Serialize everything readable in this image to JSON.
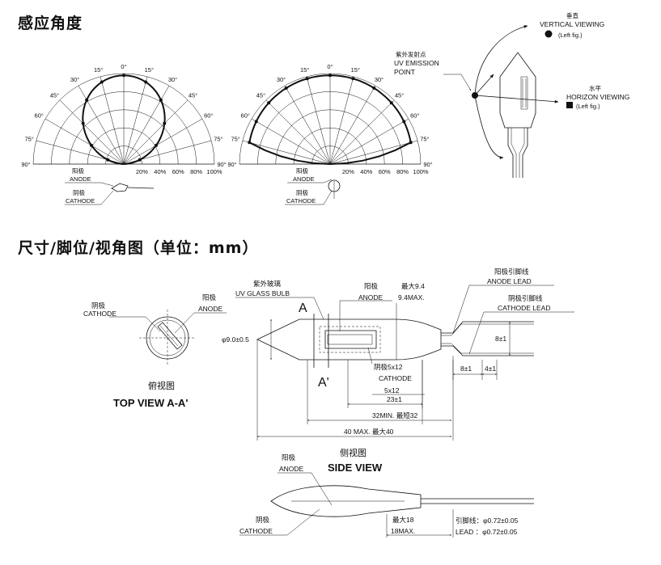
{
  "headings": {
    "angle_title": "感应角度",
    "dimension_title": "尺寸/脚位/视角图（单位：mm）"
  },
  "polar_charts": [
    {
      "angle_labels": [
        "0°",
        "15°",
        "15°",
        "30°",
        "30°",
        "45°",
        "45°",
        "60°",
        "60°",
        "75°",
        "75°",
        "90°",
        "90°"
      ],
      "radial_ticks": [
        "20%",
        "40%",
        "60%",
        "80%",
        "100%"
      ],
      "legend": {
        "anode": "阳极\nANODE",
        "cathode": "阴极\nCATHODE"
      },
      "orientation": "horizontal"
    },
    {
      "angle_labels": [
        "0°",
        "15°",
        "15°",
        "30°",
        "30°",
        "45°",
        "45°",
        "60°",
        "60°",
        "75°",
        "75°",
        "90°",
        "90°"
      ],
      "radial_ticks": [
        "20%",
        "40%",
        "60%",
        "80%",
        "100%"
      ],
      "legend": {
        "anode": "阳极\nANODE",
        "cathode": "阴极\nCATHODE"
      },
      "orientation": "vertical"
    }
  ],
  "viewing_diagram": {
    "vertical_cn": "垂直",
    "vertical_en": "VERTICAL VIEWING",
    "vertical_fig": "(Left fig.)",
    "uv_cn": "紫外发射点",
    "uv_en1": "UV EMISSION",
    "uv_en2": "POINT",
    "horizon_cn": "水平",
    "horizon_en": "HORIZON VIEWING",
    "horizon_fig": "(Left fig.)"
  },
  "dimension_diagram": {
    "cathode_label": "阴极\nCATHODE",
    "anode_label": "阳极\nANODE",
    "phi_diameter": "φ9.0±0.5",
    "top_view_cn": "俯视图",
    "top_view_en": "TOP VIEW  A-A'",
    "glass_cn": "紫外玻璃",
    "glass_en": "UV GLASS BULB",
    "section_a": "A",
    "section_a2": "A'",
    "anode_mid": "阳极\nANODE",
    "max_cn": "最大9.4",
    "max_en": "9.4MAX.",
    "anode_lead_cn": "阳极引脚线",
    "anode_lead_en": "ANODE LEAD",
    "cathode_lead_cn": "阴极引脚线",
    "cathode_lead_en": "CATHODE LEAD",
    "cathode_size_cn": "阴极5x12",
    "cathode_size_en": "CATHODE",
    "size_5x12": "5x12",
    "dim_23": "23±1",
    "dim_32": "32MIN. 最短32",
    "dim_40": "40 MAX.  最大40",
    "dim_8a": "8±1",
    "dim_8b": "8±1",
    "dim_4": "4±1",
    "side_view_cn": "侧视图",
    "side_view_en": "SIDE VIEW",
    "side_anode": "阳极\nANODE",
    "side_cathode": "阴极\nCATHODE",
    "dim_18_cn": "最大18",
    "dim_18_en": "18MAX.",
    "lead_cn": "引脚线：φ0.72±0.05",
    "lead_en": "LEAD  ：φ0.72±0.05"
  }
}
